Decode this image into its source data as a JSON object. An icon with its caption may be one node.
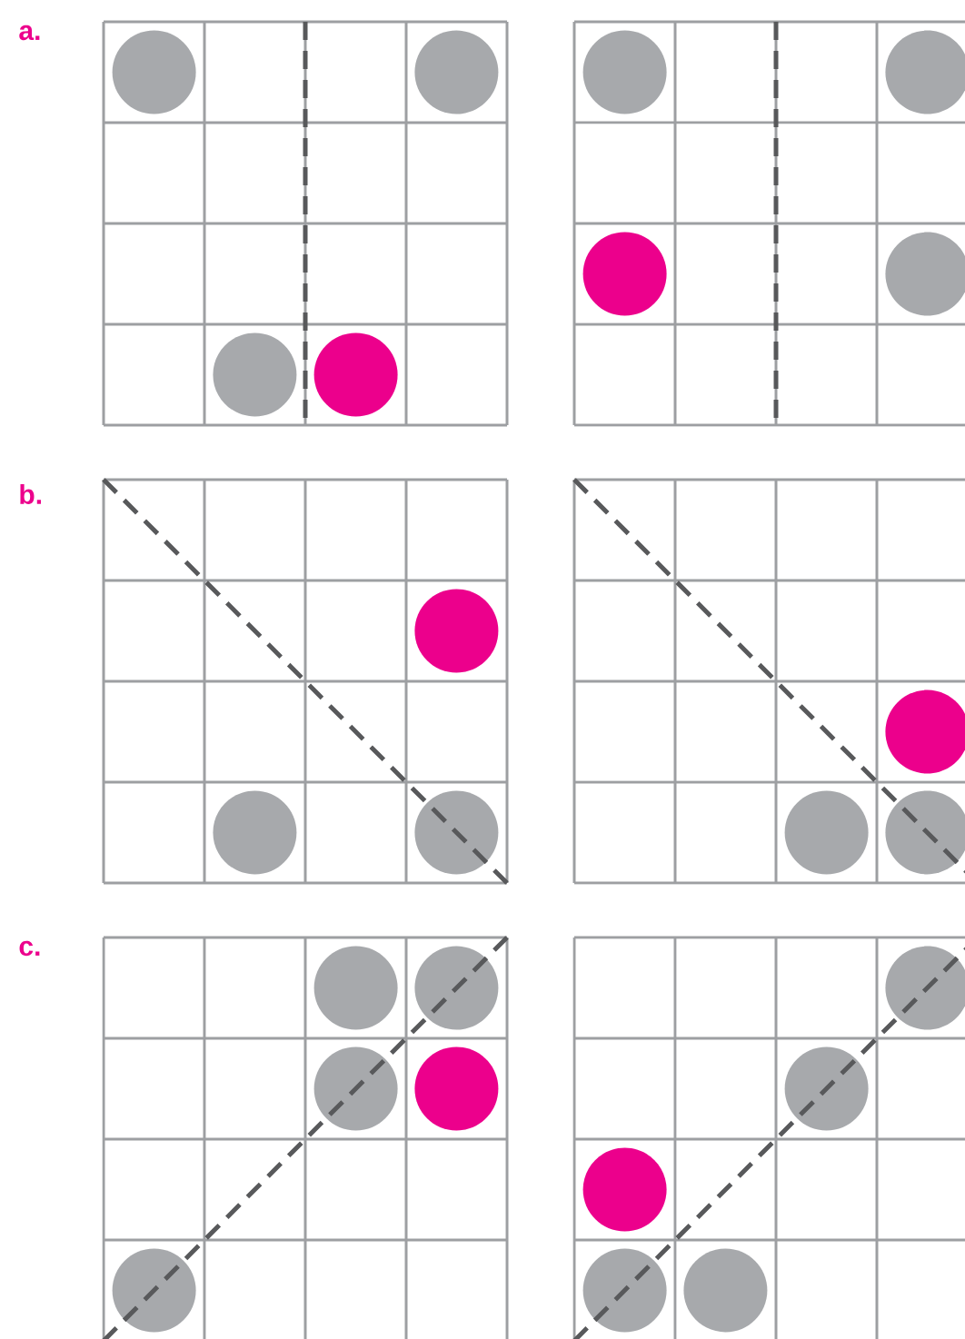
{
  "diagram": {
    "labels": [
      "a.",
      "b.",
      "c."
    ]
  }
}
